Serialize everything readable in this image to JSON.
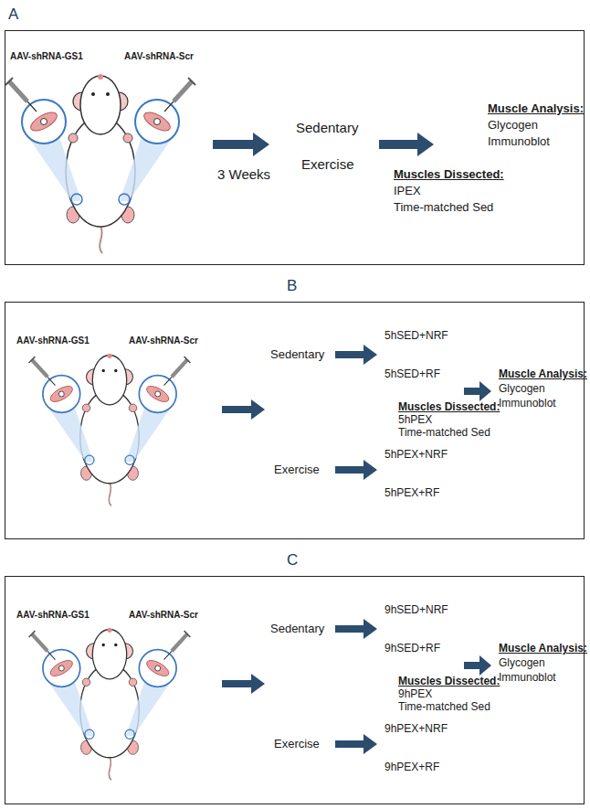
{
  "diagram": {
    "nodes": [
      {
        "text": [
          "A"
        ]
      },
      {
        "text": [
          "B"
        ]
      },
      {
        "text": [
          "C"
        ]
      }
    ],
    "labels": [
      "AAV-shRNA-GS1",
      "AAV-shRNA-Scr",
      "3 Weeks",
      "Sedentary",
      "Exercise",
      "Muscles Dissected:",
      "IPEX",
      "Time-matched Sed",
      "Muscle Analysis:",
      "Glycogen",
      "Immunoblot",
      "AAV-shRNA-GS1",
      "AAV-shRNA-Scr",
      "Sedentary",
      "Exercise",
      "5hSED+NRF",
      "5hSED+RF",
      "5hPEX+NRF",
      "5hPEX+RF",
      "Muscles Dissected:",
      "5hPEX",
      "Time-matched Sed",
      "Muscle Analysis:",
      "Glycogen",
      "Immunoblot",
      "AAV-shRNA-GS1",
      "AAV-shRNA-Scr",
      "Sedentary",
      "Exercise",
      "9hSED+NRF",
      "9hSED+RF",
      "9hPEX+NRF",
      "9hPEX+RF",
      "Muscles Dissected:",
      "9hPEX",
      "Time-matched Sed",
      "Muscle Analysis:",
      "Glycogen",
      "Immunoblot"
    ]
  }
}
